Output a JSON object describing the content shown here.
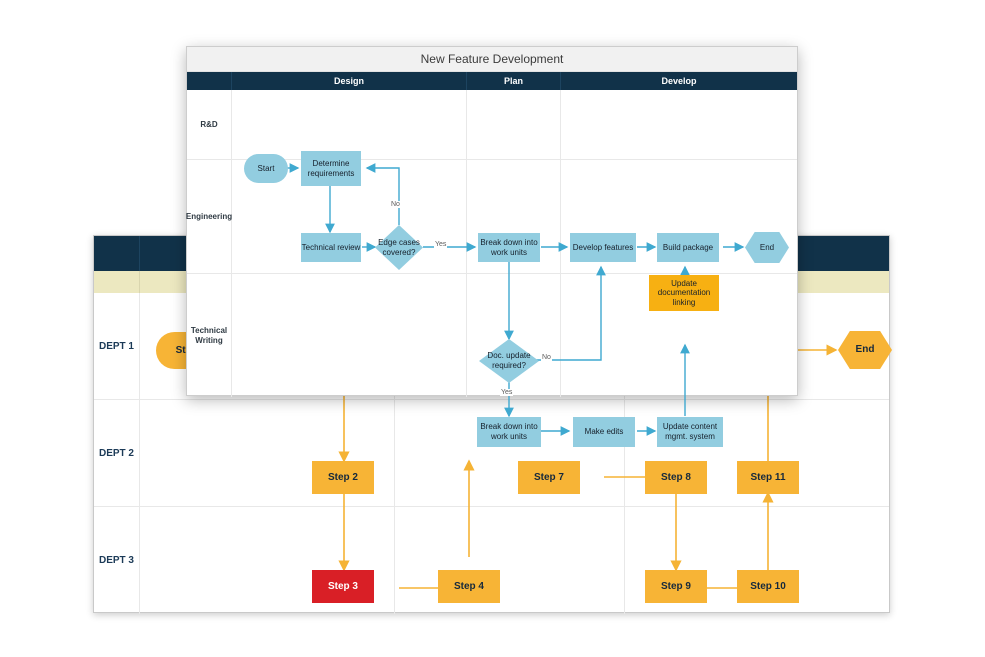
{
  "background_chart": {
    "name": "departmental-swimlane",
    "header_color": "#113249",
    "accent_band_color": "#ece8c0",
    "columns": [
      "",
      "",
      "",
      ""
    ],
    "lanes": [
      {
        "label": "DEPT 1"
      },
      {
        "label": "DEPT 2"
      },
      {
        "label": "DEPT 3"
      }
    ],
    "nodes": [
      {
        "id": "start",
        "label": "Start",
        "shape": "stadium",
        "color": "#f7b436",
        "text_color": "#16293c"
      },
      {
        "id": "step2",
        "label": "Step 2",
        "shape": "rect",
        "color": "#f7b436",
        "text_color": "#16293c"
      },
      {
        "id": "step3",
        "label": "Step 3",
        "shape": "rect",
        "color": "#d91f26",
        "text_color": "#ffffff"
      },
      {
        "id": "step4",
        "label": "Step 4",
        "shape": "rect",
        "color": "#f7b436",
        "text_color": "#16293c"
      },
      {
        "id": "step7",
        "label": "Step 7",
        "shape": "rect",
        "color": "#f7b436",
        "text_color": "#16293c"
      },
      {
        "id": "step8",
        "label": "Step 8",
        "shape": "rect",
        "color": "#f7b436",
        "text_color": "#16293c"
      },
      {
        "id": "step9",
        "label": "Step 9",
        "shape": "rect",
        "color": "#f7b436",
        "text_color": "#16293c"
      },
      {
        "id": "step10",
        "label": "Step 10",
        "shape": "rect",
        "color": "#f7b436",
        "text_color": "#16293c"
      },
      {
        "id": "step11",
        "label": "Step 11",
        "shape": "rect",
        "color": "#f7b436",
        "text_color": "#16293c"
      },
      {
        "id": "end",
        "label": "End",
        "shape": "hexagon",
        "color": "#f7b436",
        "text_color": "#16293c"
      }
    ],
    "connector_color": "#f5b335"
  },
  "foreground_chart": {
    "title": "New Feature Development",
    "header_color": "#113249",
    "node_color": "#92cde0",
    "highlight_color": "#f7b012",
    "connector_color": "#3fa9d0",
    "columns": [
      "Design",
      "Plan",
      "Develop"
    ],
    "lanes": [
      {
        "label": "R&D"
      },
      {
        "label": "Engineering"
      },
      {
        "label": "Technical Writing"
      }
    ],
    "nodes": [
      {
        "id": "start",
        "label": "Start",
        "shape": "stadium",
        "lane": "R&D",
        "column": "Design"
      },
      {
        "id": "determine",
        "label": "Determine requirements",
        "shape": "rect",
        "lane": "R&D",
        "column": "Design"
      },
      {
        "id": "techreview",
        "label": "Technical review",
        "shape": "rect",
        "lane": "Engineering",
        "column": "Design"
      },
      {
        "id": "edgecases",
        "label": "Edge cases covered?",
        "shape": "diamond",
        "lane": "Engineering",
        "column": "Design"
      },
      {
        "id": "breakdown1",
        "label": "Break down into work units",
        "shape": "rect",
        "lane": "Engineering",
        "column": "Plan"
      },
      {
        "id": "develop",
        "label": "Develop features",
        "shape": "rect",
        "lane": "Engineering",
        "column": "Develop"
      },
      {
        "id": "build",
        "label": "Build package",
        "shape": "rect",
        "lane": "Engineering",
        "column": "Develop"
      },
      {
        "id": "end",
        "label": "End",
        "shape": "hexagon",
        "lane": "Engineering",
        "column": "Develop"
      },
      {
        "id": "updatedoc",
        "label": "Update documentation linking",
        "shape": "rect",
        "lane": "Engineering",
        "column": "Develop",
        "highlight": true
      },
      {
        "id": "docupdate",
        "label": "Doc. update required?",
        "shape": "diamond",
        "lane": "Technical Writing",
        "column": "Plan"
      },
      {
        "id": "breakdown2",
        "label": "Break down into work units",
        "shape": "rect",
        "lane": "Technical Writing",
        "column": "Plan"
      },
      {
        "id": "makeedits",
        "label": "Make edits",
        "shape": "rect",
        "lane": "Technical Writing",
        "column": "Develop"
      },
      {
        "id": "updatecms",
        "label": "Update content mgmt. system",
        "shape": "rect",
        "lane": "Technical Writing",
        "column": "Develop"
      }
    ],
    "edge_labels": [
      {
        "id": "edge-no-1",
        "label": "No"
      },
      {
        "id": "edge-yes-1",
        "label": "Yes"
      },
      {
        "id": "edge-no-2",
        "label": "No"
      },
      {
        "id": "edge-yes-2",
        "label": "Yes"
      }
    ]
  }
}
